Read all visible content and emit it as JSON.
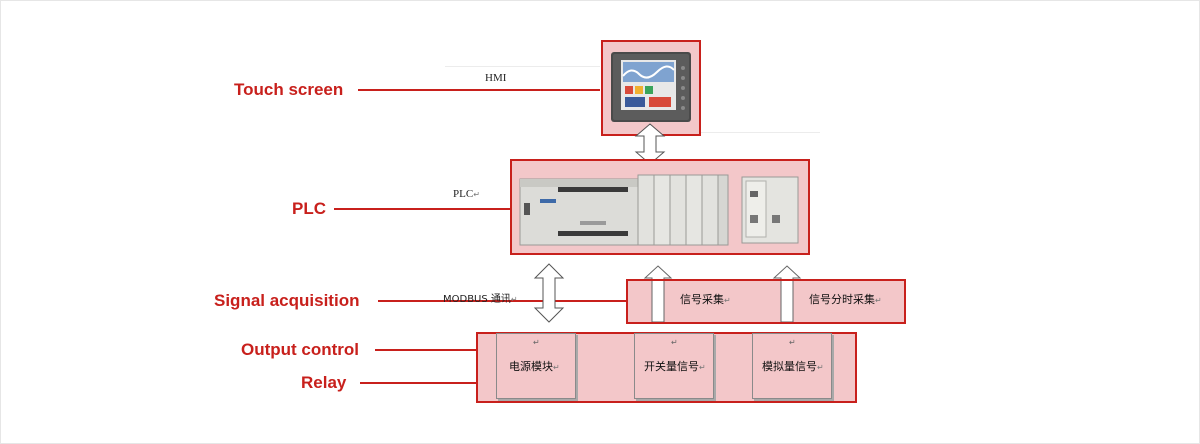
{
  "left_labels": {
    "touch_screen": "Touch screen",
    "plc": "PLC",
    "signal_acquisition": "Signal acquisition",
    "output_control": "Output control",
    "relay": "Relay"
  },
  "diagram_texts": {
    "hmi": "HMI",
    "plc": "PLC",
    "modbus": "MODBUS 通讯"
  },
  "signal_cells": {
    "signal_collection": "信号采集",
    "time_shared_collection": "信号分时采集"
  },
  "module_cells": {
    "power_module": "电源模块",
    "switch_signal": "开关量信号",
    "analog_signal": "模拟量信号"
  },
  "return_mark": "↵",
  "colors": {
    "label_red": "#c8201c",
    "box_fill": "#f3c7c9",
    "box_border": "#c8201c"
  },
  "icons": [
    "hmi-touch-panel-image",
    "plc-controller-image",
    "expansion-module-image",
    "double-arrow-icon",
    "up-arrow-icon"
  ]
}
